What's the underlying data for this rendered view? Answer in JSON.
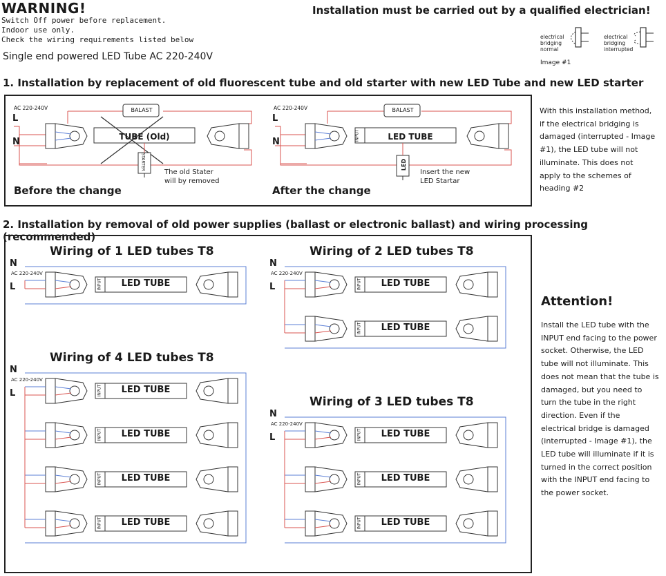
{
  "header": {
    "warning_title": "WARNING!",
    "warning_lines": [
      "Switch Off power before replacement.",
      "Indoor use only.",
      "Check the wiring requirements listed below"
    ],
    "qualified_note": "Installation must be carried out by a qualified electrician!",
    "subtitle": "Single end powered LED Tube AC 220-240V"
  },
  "image1": {
    "normal_label": [
      "electrical",
      "bridging",
      "normal"
    ],
    "interrupted_label": [
      "electrical",
      "bridging",
      "interrupted"
    ],
    "caption": "Image #1"
  },
  "section1": {
    "heading": "1. Installation by replacement of old fluorescent tube and old starter with new LED Tube and new LED starter",
    "before": {
      "voltage": "AC 220-240V",
      "L": "L",
      "N": "N",
      "ballast": "BALAST",
      "tube": "TUBE (Old)",
      "starter": "STARTER",
      "note": [
        "The old Stater",
        "will by removed"
      ],
      "caption": "Before the change"
    },
    "after": {
      "voltage": "AC 220-240V",
      "L": "L",
      "N": "N",
      "ballast": "BALAST",
      "input": "INPUT",
      "tube": "LED TUBE",
      "starter": "LED",
      "note": [
        "Insert the new",
        "LED Startar"
      ],
      "caption": "After the change"
    },
    "side_note": [
      "With this installation method,",
      "if the electrical bridging is",
      "damaged (interrupted - Image",
      "#1), the LED tube will not",
      "illuminate.   This does not",
      "apply to the schemes of",
      "heading #2"
    ]
  },
  "section2": {
    "heading": "2. Installation by removal of old power supplies (ballast or electronic ballast) and wiring processing (recommended)",
    "voltage": "AC 220-240V",
    "N": "N",
    "L": "L",
    "input": "INPUT",
    "tube": "LED TUBE",
    "wiring1_title": "Wiring of 1 LED tubes T8",
    "wiring2_title": "Wiring of 2 LED tubes T8",
    "wiring4_title": "Wiring of 4 LED tubes T8",
    "wiring3_title": "Wiring of 3 LED tubes T8",
    "attention_title": "Attention!",
    "attention_text": [
      "Install the LED tube with the",
      "INPUT end facing to the power",
      "socket.  Otherwise,  the  LED",
      "tube will not illuminate. This",
      "does not mean that the tube is",
      "damaged,  but  you  need  to",
      "turn  the  tube  in  the  right",
      "direction.      Even   if   the",
      "electrical bridge is damaged",
      "(interrupted - Image #1), the",
      "LED tube will illuminate if it is",
      "turned in the correct position",
      "with the INPUT end facing to",
      "the power socket."
    ]
  },
  "colors": {
    "wire_red": "#d9534f",
    "wire_blue": "#5b7fd6",
    "outline": "#333333"
  }
}
